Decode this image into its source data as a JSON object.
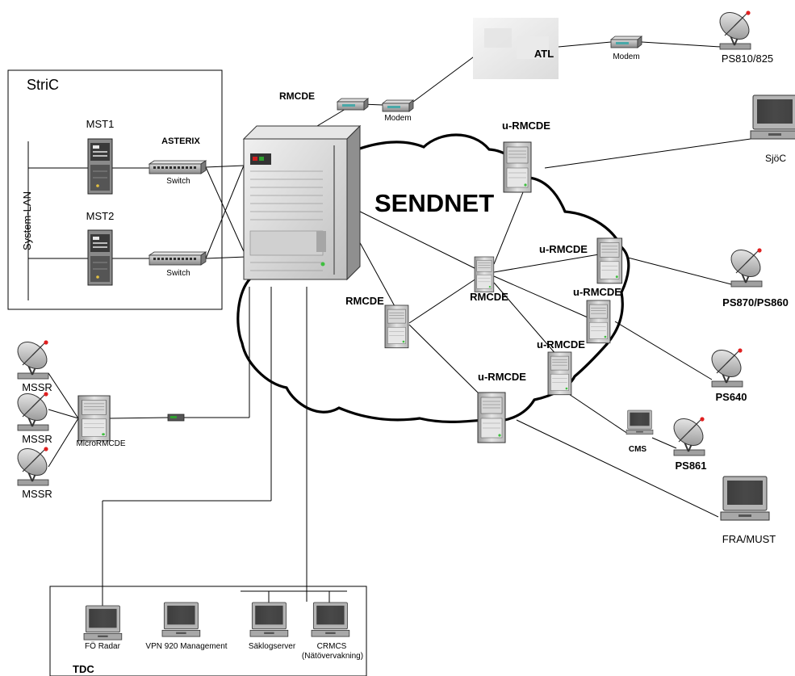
{
  "groups": {
    "stric": "StriC",
    "tdc": "TDC",
    "cloud": "SENDNET",
    "system_lan": "System-LAN"
  },
  "labels": {
    "mst1": "MST1",
    "mst2": "MST2",
    "asterix": "ASTERIX",
    "switch1": "Switch",
    "switch2": "Switch",
    "rmcde_top": "RMCDE",
    "modem_top": "Modem",
    "atl": "ATL",
    "modem_atl": "Modem",
    "ps810": "PS810/825",
    "sjoc": "SjöC",
    "urmcde_1": "u-RMCDE",
    "urmcde_2": "u-RMCDE",
    "urmcde_3": "u-RMCDE",
    "urmcde_4": "u-RMCDE",
    "urmcde_5": "u-RMCDE",
    "rmcde_left": "RMCDE",
    "rmcde_center": "RMCDE",
    "ps870": "PS870/PS860",
    "ps640": "PS640",
    "ps861": "PS861",
    "cms": "CMS",
    "fra_must": "FRA/MUST",
    "mssr1": "MSSR",
    "mssr2": "MSSR",
    "mssr3": "MSSR",
    "micro_rmcde": "MicroRMCDE",
    "fo_radar": "FÖ Radar",
    "vpn": "VPN 920 Management",
    "saklog": "Säklogserver",
    "crmcs": "CRMCS",
    "crmcs_sub": "(Nätövervakning)"
  }
}
